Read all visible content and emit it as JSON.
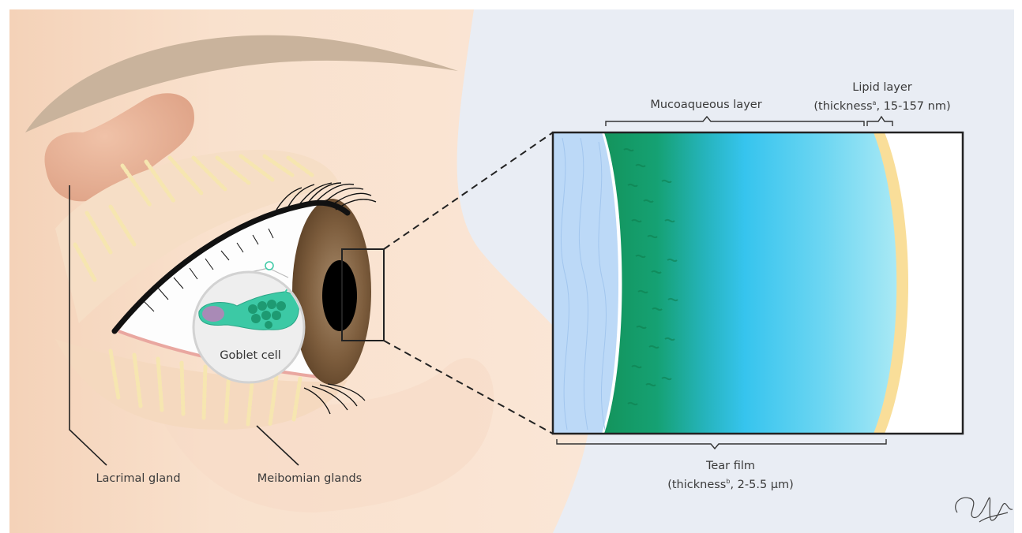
{
  "labels": {
    "mucoaqueous_layer": "Mucoaqueous layer",
    "lipid_layer_title": "Lipid layer",
    "lipid_layer_thickness_open": "(thickness",
    "lipid_layer_thickness_mark": "a",
    "lipid_layer_thickness_value": ", 15-157 nm)",
    "tear_film_title": "Tear film",
    "tear_film_thickness_open": "(thickness",
    "tear_film_thickness_mark": "b",
    "tear_film_thickness_value": ", 2-5.5 µm)",
    "lacrimal_gland": "Lacrimal gland",
    "meibomian_glands": "Meibomian glands",
    "goblet_cell": "Goblet cell",
    "signature": "Sonja Nyland"
  },
  "colors": {
    "skin": "#f9e2cf",
    "background_right": "#e9edf4",
    "iris": "#7a5a3a",
    "pupil": "#000000",
    "goblet_cell": "#3cc9a5",
    "goblet_nucleus": "#a98ab6",
    "epithelium": "#bcd9f7",
    "mucin": "#12955f",
    "aqueous": "#35c2ea",
    "lipid": "#f9de99"
  }
}
